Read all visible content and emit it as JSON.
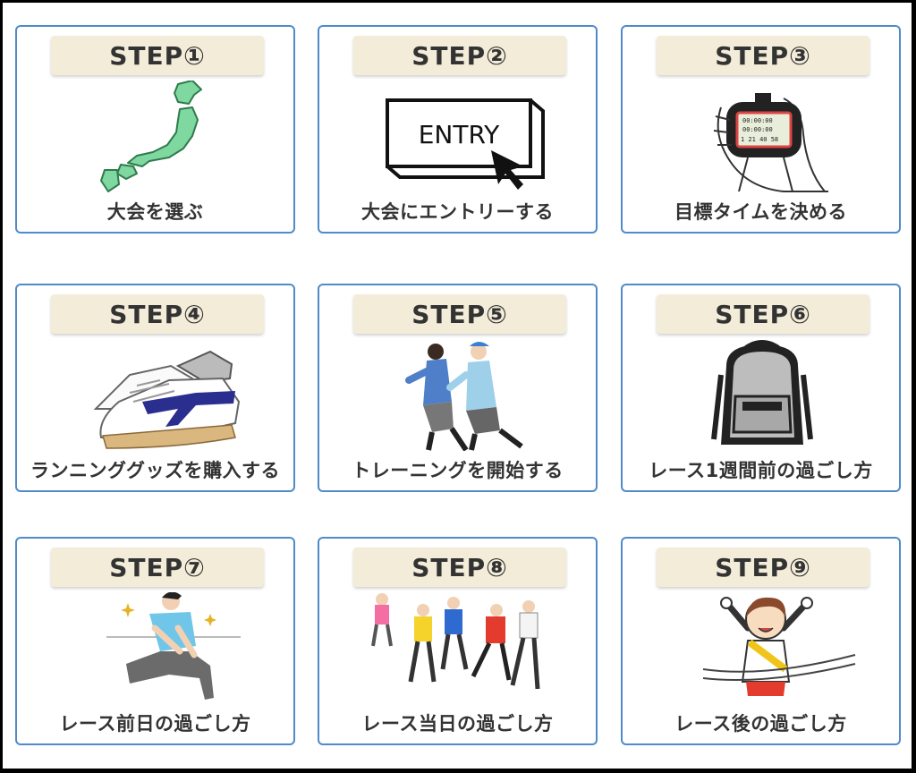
{
  "steps": [
    {
      "title": "STEP①",
      "label": "大会を選ぶ",
      "icon": "japan-map-icon"
    },
    {
      "title": "STEP②",
      "label": "大会にエントリーする",
      "icon": "entry-button-icon",
      "entry_text": "ENTRY"
    },
    {
      "title": "STEP③",
      "label": "目標タイムを決める",
      "icon": "stopwatch-icon"
    },
    {
      "title": "STEP④",
      "label": "ランニンググッズを購入する",
      "icon": "running-shoes-icon"
    },
    {
      "title": "STEP⑤",
      "label": "トレーニングを開始する",
      "icon": "runners-training-icon"
    },
    {
      "title": "STEP⑥",
      "label": "レース1週間前の過ごし方",
      "icon": "backpack-icon"
    },
    {
      "title": "STEP⑦",
      "label": "レース前日の過ごし方",
      "icon": "stretching-icon"
    },
    {
      "title": "STEP⑧",
      "label": "レース当日の過ごし方",
      "icon": "marathon-runners-icon"
    },
    {
      "title": "STEP⑨",
      "label": "レース後の過ごし方",
      "icon": "finish-line-icon"
    }
  ],
  "colors": {
    "card_border": "#4f8bc9",
    "pill_bg": "#f3ecd9",
    "text": "#333333",
    "map_green": "#7fd8a0",
    "shoe_stripe": "#2a2f8f"
  }
}
